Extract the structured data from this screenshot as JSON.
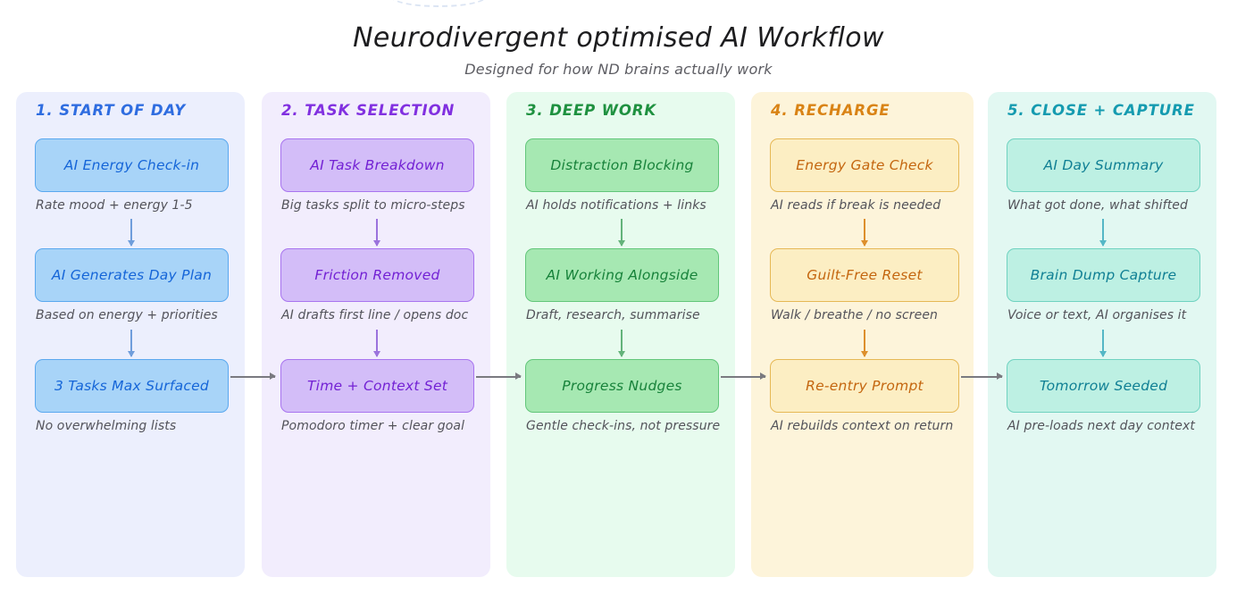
{
  "header": {
    "title": "Neurodivergent optimised AI Workflow",
    "subtitle": "Designed for how ND brains actually work"
  },
  "colors": {
    "stage_1_accent": "#2f6de0",
    "stage_2_accent": "#8130e0",
    "stage_3_accent": "#1f9140",
    "stage_4_accent": "#d98315",
    "stage_5_accent": "#159bb0",
    "stage_1_panel": "#eceffd",
    "stage_2_panel": "#f2edfd",
    "stage_3_panel": "#e7fbee",
    "stage_4_panel": "#fdf4da",
    "stage_5_panel": "#e2f8f2",
    "connector": "#7a7a80"
  },
  "stages": [
    {
      "title": "1. START OF DAY",
      "steps": [
        {
          "label": "AI Energy Check-in",
          "caption": "Rate mood + energy 1-5"
        },
        {
          "label": "AI Generates Day Plan",
          "caption": "Based on energy + priorities"
        },
        {
          "label": "3 Tasks Max Surfaced",
          "caption": "No overwhelming lists"
        }
      ]
    },
    {
      "title": "2. TASK SELECTION",
      "steps": [
        {
          "label": "AI Task Breakdown",
          "caption": "Big tasks split to micro-steps"
        },
        {
          "label": "Friction Removed",
          "caption": "AI drafts first line / opens doc"
        },
        {
          "label": "Time + Context Set",
          "caption": "Pomodoro timer + clear goal"
        }
      ]
    },
    {
      "title": "3. DEEP WORK",
      "steps": [
        {
          "label": "Distraction Blocking",
          "caption": "AI holds notifications + links"
        },
        {
          "label": "AI Working Alongside",
          "caption": "Draft, research, summarise"
        },
        {
          "label": "Progress Nudges",
          "caption": "Gentle check-ins, not pressure"
        }
      ]
    },
    {
      "title": "4. RECHARGE",
      "steps": [
        {
          "label": "Energy Gate Check",
          "caption": "AI reads if break is needed"
        },
        {
          "label": "Guilt-Free Reset",
          "caption": "Walk / breathe / no screen"
        },
        {
          "label": "Re-entry Prompt",
          "caption": "AI rebuilds context on return"
        }
      ]
    },
    {
      "title": "5. CLOSE + CAPTURE",
      "steps": [
        {
          "label": "AI Day Summary",
          "caption": "What got done, what shifted"
        },
        {
          "label": "Brain Dump Capture",
          "caption": "Voice or text, AI organises it"
        },
        {
          "label": "Tomorrow Seeded",
          "caption": "AI pre-loads next day context"
        }
      ]
    }
  ]
}
